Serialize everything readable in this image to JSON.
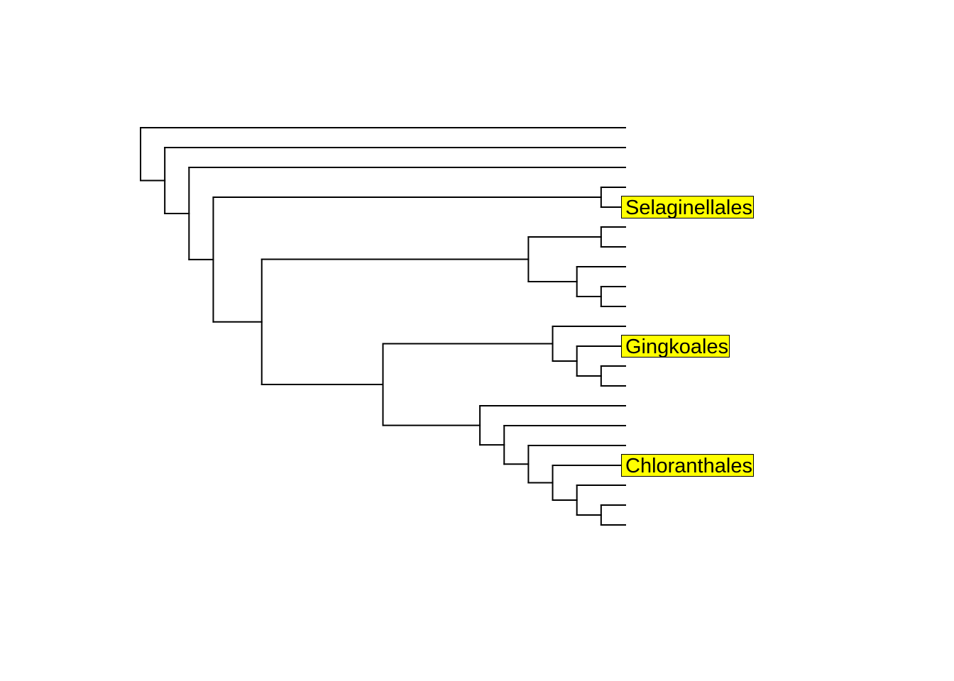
{
  "colors": {
    "branch": "#000000",
    "label_bg": "#ffff00",
    "label_border": "#000000"
  },
  "tree": {
    "h": 20,
    "c": [
      {
        "tip": true
      },
      {
        "h": 19,
        "c": [
          {
            "tip": true
          },
          {
            "h": 18,
            "c": [
              {
                "tip": true
              },
              {
                "h": 17,
                "c": [
                  {
                    "h": 1,
                    "c": [
                      {
                        "tip": true
                      },
                      {
                        "tip": true,
                        "label": "Selaginellales"
                      }
                    ]
                  },
                  {
                    "h": 15,
                    "c": [
                      {
                        "h": 4,
                        "c": [
                          {
                            "h": 1,
                            "c": [
                              {
                                "tip": true
                              },
                              {
                                "tip": true
                              }
                            ]
                          },
                          {
                            "h": 2,
                            "c": [
                              {
                                "tip": true
                              },
                              {
                                "h": 1,
                                "c": [
                                  {
                                    "tip": true
                                  },
                                  {
                                    "tip": true
                                  }
                                ]
                              }
                            ]
                          }
                        ]
                      },
                      {
                        "h": 10,
                        "c": [
                          {
                            "h": 3,
                            "c": [
                              {
                                "tip": true
                              },
                              {
                                "h": 2,
                                "c": [
                                  {
                                    "tip": true,
                                    "label": "Gingkoales"
                                  },
                                  {
                                    "h": 1,
                                    "c": [
                                      {
                                        "tip": true
                                      },
                                      {
                                        "tip": true
                                      }
                                    ]
                                  }
                                ]
                              }
                            ]
                          },
                          {
                            "h": 6,
                            "c": [
                              {
                                "tip": true
                              },
                              {
                                "h": 5,
                                "c": [
                                  {
                                    "tip": true
                                  },
                                  {
                                    "h": 4,
                                    "c": [
                                      {
                                        "tip": true
                                      },
                                      {
                                        "h": 3,
                                        "c": [
                                          {
                                            "tip": true,
                                            "label": "Chloranthales"
                                          },
                                          {
                                            "h": 2,
                                            "c": [
                                              {
                                                "tip": true
                                              },
                                              {
                                                "h": 1,
                                                "c": [
                                                  {
                                                    "tip": true
                                                  },
                                                  {
                                                    "tip": true
                                                  }
                                                ]
                                              }
                                            ]
                                          }
                                        ]
                                      }
                                    ]
                                  }
                                ]
                              }
                            ]
                          }
                        ]
                      }
                    ]
                  }
                ]
              }
            ]
          }
        ]
      }
    ]
  }
}
